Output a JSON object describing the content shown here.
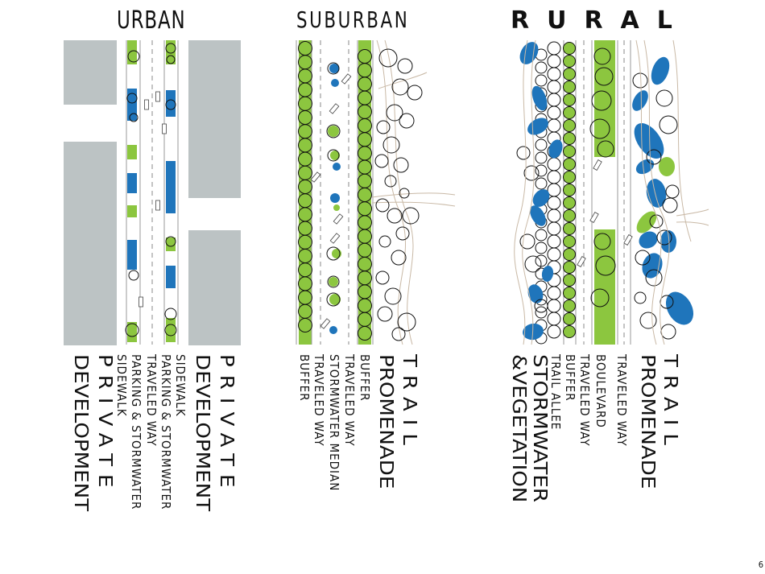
{
  "titles": {
    "urban": "URBAN",
    "suburban": "SUBURBAN",
    "rural": "RURAL"
  },
  "urban_labels": [
    {
      "text": "DEVELOPMENT",
      "size": "big"
    },
    {
      "text": "PRIVATE",
      "size": "big",
      "spaced": true
    },
    {
      "text": "SIDEWALK",
      "size": "small"
    },
    {
      "text": "PARKING & STORMWATER",
      "size": "small"
    },
    {
      "text": "TRAVELED WAY",
      "size": "small"
    },
    {
      "text": "PARKING & STORMWATER",
      "size": "small"
    },
    {
      "text": "SIDEWALK",
      "size": "small"
    },
    {
      "text": "DEVELOPMENT",
      "size": "big"
    },
    {
      "text": "PRIVATE",
      "size": "big",
      "spaced": true
    }
  ],
  "suburban_labels": [
    {
      "text": "BUFFER",
      "size": "small"
    },
    {
      "text": "TRAVELED WAY",
      "size": "small"
    },
    {
      "text": "STORMWATER MEDIAN",
      "size": "small"
    },
    {
      "text": "TRAVELED WAY",
      "size": "small"
    },
    {
      "text": "BUFFER",
      "size": "small"
    },
    {
      "text": "PROMENADE",
      "size": "big"
    },
    {
      "text": "TRAIL",
      "size": "big",
      "spaced": true
    }
  ],
  "rural_labels": [
    {
      "text": "&VEGETATION",
      "size": "big"
    },
    {
      "text": "STORMWATER",
      "size": "big"
    },
    {
      "text": "TRAIL ALLEE",
      "size": "small"
    },
    {
      "text": "BUFFER",
      "size": "small"
    },
    {
      "text": "TRAVELED WAY",
      "size": "small"
    },
    {
      "text": "BOULEVARD",
      "size": "small"
    },
    {
      "text": "TRAVELED WAY",
      "size": "small"
    },
    {
      "text": "PROMENADE",
      "size": "big"
    },
    {
      "text": "TRAIL",
      "size": "big",
      "spaced": true
    }
  ],
  "page_number": "6",
  "colors": {
    "green": "#8cc63f",
    "blue": "#1f75bb",
    "gray": "#bcc3c4",
    "line": "#888888",
    "path": "#c9b9a6"
  }
}
